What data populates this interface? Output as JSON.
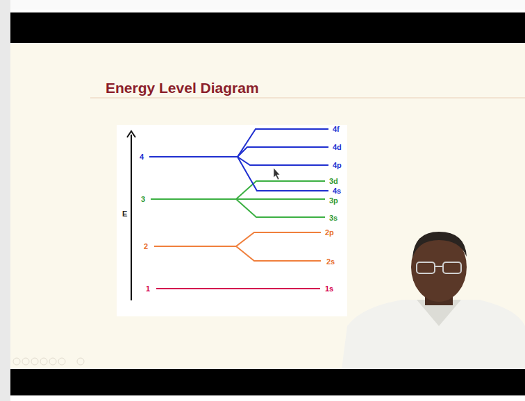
{
  "diagram": {
    "title": "Energy Level Diagram",
    "labels": [
      "E",
      "4",
      "4f",
      "4d",
      "4p",
      "4s",
      "3",
      "3d",
      "3p",
      "3s",
      "2",
      "2p",
      "2s",
      "1",
      "1s"
    ]
  }
}
